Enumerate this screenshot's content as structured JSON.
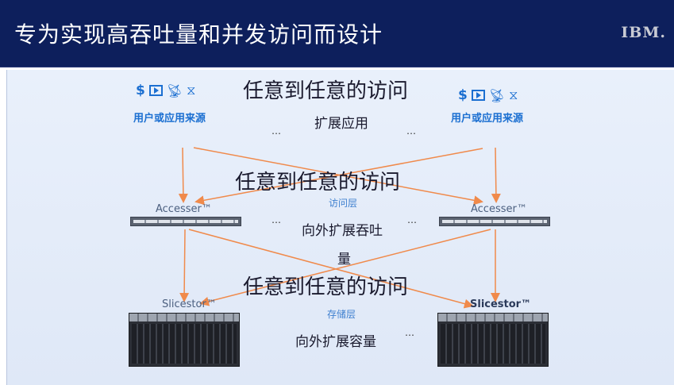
{
  "header": {
    "title": "专为实现高吞吐量和并发访问而设计",
    "logo_text": "IBM."
  },
  "diagram": {
    "any_to_any_top": "任意到任意的访问",
    "any_to_any_middle": "任意到任意的访问",
    "any_to_any_bottom": "任意到任意的访问",
    "source_left_label": "用户或应用来源",
    "source_right_label": "用户或应用来源",
    "scale_apps": "扩展应用",
    "access_layer": "访问层",
    "accesser_left": "Accesser™",
    "accesser_right": "Accesser™",
    "scale_throughput_line1": "向外扩展吞吐",
    "scale_throughput_line2": "量",
    "storage_layer": "存储层",
    "slicestor_left": "Slicestor™",
    "slicestor_right": "Slicestor™",
    "scale_capacity": "向外扩展容量",
    "ellipsis": "…",
    "source_icons": [
      "dollar-icon",
      "play-icon",
      "satellite-icon",
      "dna-icon"
    ],
    "arrow_color": "#f08a4b"
  }
}
